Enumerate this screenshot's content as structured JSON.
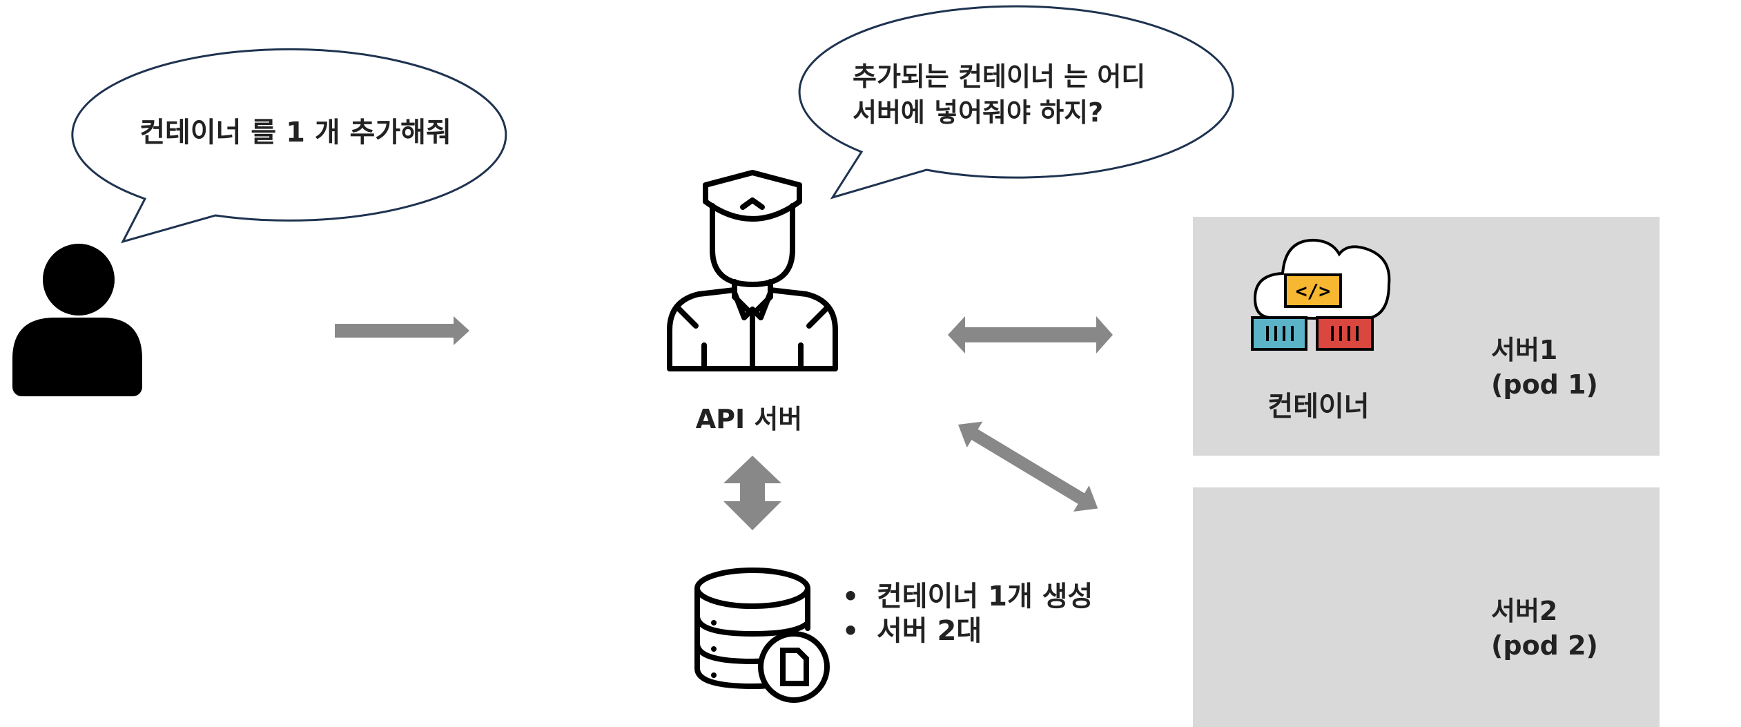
{
  "user_bubble": {
    "text": "컨테이너 를 1 개 추가해줘"
  },
  "api_bubble": {
    "line1": "추가되는 컨테이너 는 어디",
    "line2": "서버에 넣어줘야 하지?"
  },
  "api_server": {
    "label": "API 서버",
    "icon": "police-officer-icon"
  },
  "user": {
    "icon": "user-icon"
  },
  "database": {
    "icon": "database-icon",
    "notes": [
      "컨테이너 1개 생성",
      "서버 2대"
    ],
    "bullet": "•"
  },
  "server1": {
    "name": "서버1",
    "pod": "(pod 1)",
    "container_label": "컨테이너",
    "container_icon": "cloud-container-icon",
    "code_symbol": "</>"
  },
  "server2": {
    "name": "서버2",
    "pod": "(pod 2)"
  },
  "colors": {
    "arrow": "#888888",
    "server_box": "#d9d9d9",
    "bubble_stroke": "#1f3350",
    "code_box": "#f7b731",
    "container_blue": "#5bb3c8",
    "container_red": "#d9473f"
  }
}
